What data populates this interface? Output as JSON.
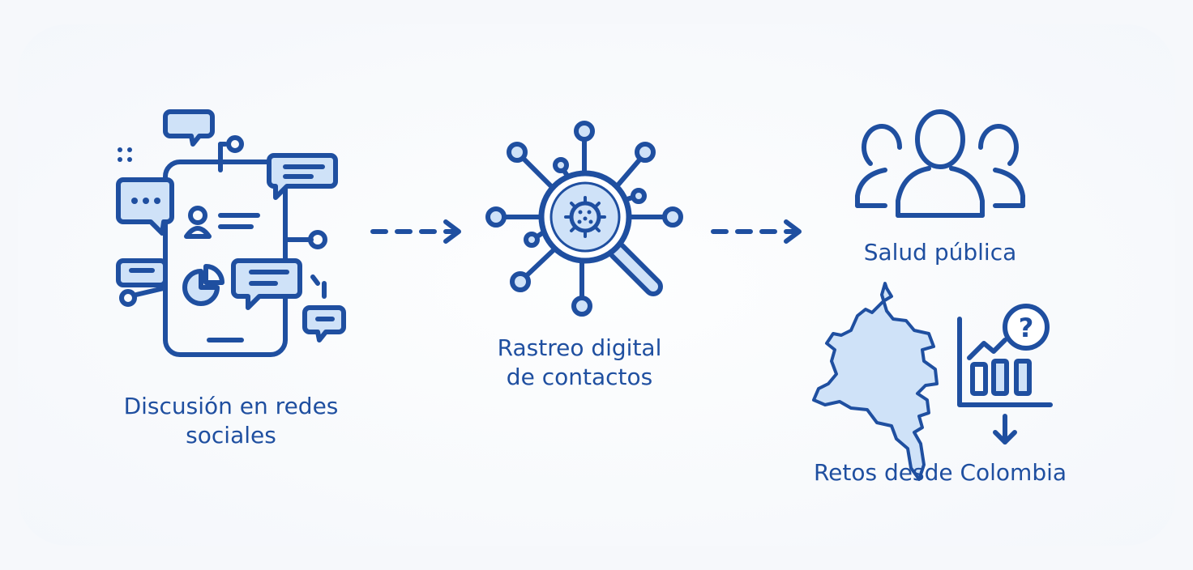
{
  "diagram": {
    "nodes": [
      {
        "id": "social",
        "label": "Discusión en redes\nsociales",
        "icon": "phone-chat-bubbles-icon"
      },
      {
        "id": "tracing",
        "label": "Rastreo digital\nde contactos",
        "icon": "magnifier-network-virus-icon"
      },
      {
        "id": "health",
        "label": "Salud pública",
        "icon": "people-group-icon"
      },
      {
        "id": "challenges",
        "label": "Retos desde Colombia",
        "icon": "colombia-map-chart-question-icon"
      }
    ],
    "edges": [
      {
        "from": "social",
        "to": "tracing",
        "style": "dashed-arrow"
      },
      {
        "from": "tracing",
        "to": "health",
        "style": "dashed-arrow"
      }
    ],
    "colors": {
      "primary": "#1f4fa0",
      "fill": "#cfe2f8",
      "background": "#f6f8fb"
    }
  }
}
